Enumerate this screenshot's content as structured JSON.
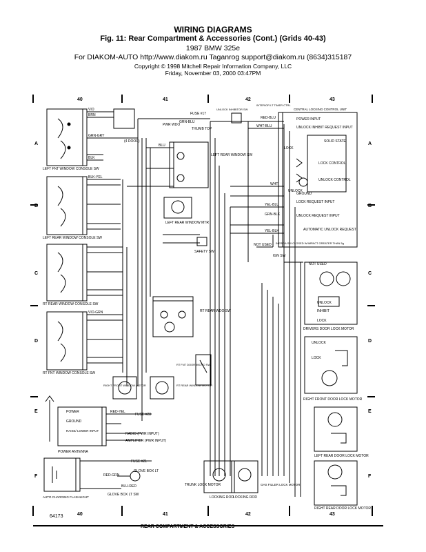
{
  "header": {
    "title": "WIRING DIAGRAMS",
    "figure": "Fig. 11:  Rear Compartment & Accessories (Cont.) (Grids 40-43)",
    "vehicle": "1987 BMW 325e",
    "source": "For DIAKOM-AUTO http://www.diakom.ru Taganrog support@diakom.ru (8634)315187",
    "copyright": "Copyright © 1998 Mitchell Repair Information Company, LLC",
    "date": "Friday, November 03, 2000  03:47PM"
  },
  "grid": {
    "columns": [
      "40",
      "41",
      "42",
      "43"
    ],
    "rows": [
      "A",
      "B",
      "C",
      "D",
      "E",
      "F"
    ]
  },
  "components": {
    "ccu": "CENTRAL LOCKING CONTROL UNIT",
    "ccu_pins": [
      "POWER INPUT",
      "UNLOCK INHIBIT REQUEST INPUT",
      "SOLID STATE",
      "LOCK CONTROL",
      "UNLOCK CONTROL",
      "GROUND",
      "LOCK REQUEST INPUT",
      "UNLOCK REQUEST INPUT",
      "AUTOMATIC UNLOCK REQUEST"
    ],
    "inertia_sw": "INERTIA SW CLOSED W/IMPACT GREATER THAN 5g",
    "ign_sw": "IGN SW",
    "not_used": "NOT USED",
    "interior_lt": "INTERIOR LT TIMER CTRL",
    "unlock_inhibitor": "UNLOCK INHIBITOR SW",
    "fuse17": "FUSE #17",
    "pwr_wdo": "PWR WDO",
    "thumb_top": "THUMB TOP",
    "left_fnt_console": "LEFT FNT WINDOW CONSOLE SW",
    "left_rear_console": "LEFT REAR WINDOW CONSOLE SW",
    "rt_rear_console": "RT REAR WINDOW CONSOLE SW",
    "rt_fnt_console": "RT FNT WINDOW CONSOLE SW",
    "left_rear_wdo_sw": "LEFT REAR WINDOW SW",
    "left_rear_wdo_mtr": "LEFT REAR WINDOW MTR",
    "safety_sw": "SAFETY SW",
    "rt_rear_wdo_sw": "RT REAR WDO SW",
    "right_front_wdo_mtr": "RIGHT FRONT WINDOW MOTOR",
    "rt_rear_wdo_mtr": "RT REAR WINDOW MOTOR",
    "rt_fnt_door_micro": "RT FNT DOOR MICRO SW",
    "drivers_door_lock": "DRIVERS DOOR LOCK MOTOR",
    "right_front_door_lock": "RIGHT FRONT DOOR LOCK MOTOR",
    "left_rear_door_lock": "LEFT REAR DOOR LOCK MOTOR",
    "right_rear_door_lock": "RIGHT REAR DOOR LOCK MOTOR",
    "power_antenna": "POWER ANTENNA",
    "antenna_pins": [
      "POWER",
      "GROUND",
      "RAISE/ LOWER INPUT"
    ],
    "fuse28": "FUSE #28",
    "radio": "RADIO (PWR INPUT)",
    "amplifier": "AMPLIFIER (PWR INPUT)",
    "auto_flashlight": "AUTO CHARGING FLASHLIGHT",
    "fuse21": "FUSE #21",
    "glove_box_lt": "GLOVE BOX LT",
    "glove_box_lt_sw": "GLOVE BOX LT SW",
    "trunk_lock": "TRUNK LOCK MOTOR",
    "locking_rod": "LOCKING ROD",
    "gas_filler": "GAS FILLER LOCK MOTOR",
    "unlock": "UNLOCK",
    "lock": "LOCK",
    "inhibit": "INHIBIT",
    "door_4": "(4 DOOR)"
  },
  "wires": {
    "vio": "VIO",
    "brn": "BRN",
    "grn_gry": "GRN-GRY",
    "blk": "BLK",
    "blk_yel": "BLK-YEL",
    "grn_blu": "GRN-BLU",
    "blu": "BLU",
    "red_blu": "RED-BLU",
    "wht_blu": "WHT-BLU",
    "wht": "WHT",
    "yel_blu": "YEL-BLU",
    "grn_blk": "GRN-BLK",
    "yel_blk": "YEL-BLK",
    "vio_grn": "VIO-GRN",
    "red_grn": "RED-GRN",
    "red_yel": "RED-YEL",
    "blu_red": "BLU-RED"
  },
  "footer": {
    "code": "64173",
    "banner": "REAR COMPARTMENT & ACCESSORIES"
  }
}
